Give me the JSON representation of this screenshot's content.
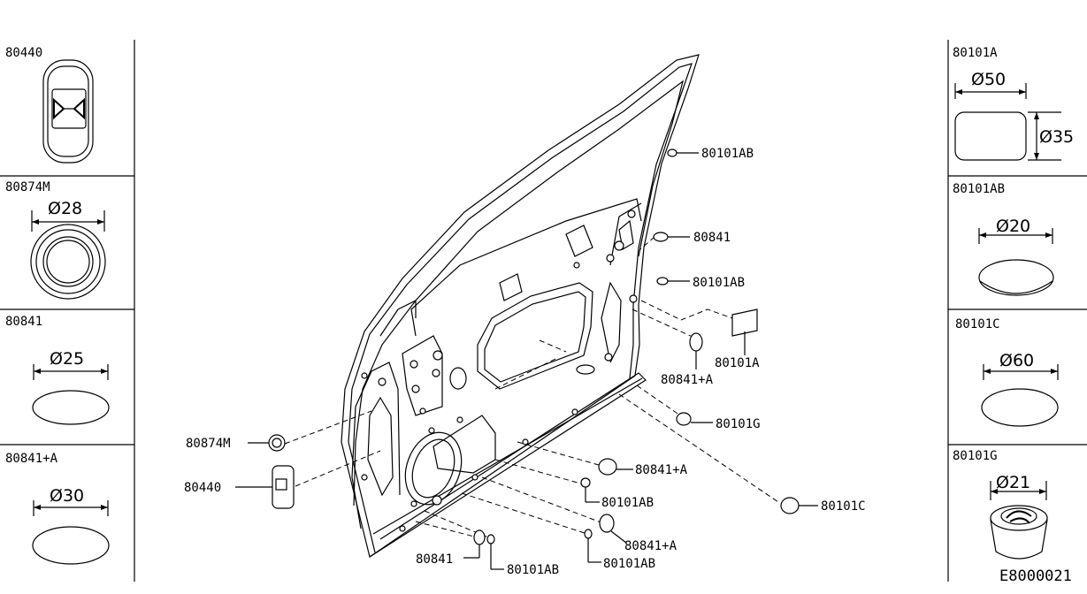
{
  "left_panel": [
    {
      "part": "80440",
      "dimension": ""
    },
    {
      "part": "80874M",
      "dimension": "Ø28"
    },
    {
      "part": "80841",
      "dimension": "Ø25"
    },
    {
      "part": "80841+A",
      "dimension": "Ø30"
    }
  ],
  "right_panel": [
    {
      "part": "80101A",
      "dimension": "Ø50",
      "dimension2": "Ø35"
    },
    {
      "part": "80101AB",
      "dimension": "Ø20"
    },
    {
      "part": "80101C",
      "dimension": "Ø60"
    },
    {
      "part": "80101G",
      "dimension": "Ø21"
    }
  ],
  "callouts": [
    "80101AB",
    "80841",
    "80101AB",
    "80101A",
    "80841+A",
    "80101G",
    "80841+A",
    "80101AB",
    "80101C",
    "80841+A",
    "80101AB",
    "80841",
    "80101AB",
    "80874M",
    "80440"
  ],
  "diagram_code": "E8000021"
}
